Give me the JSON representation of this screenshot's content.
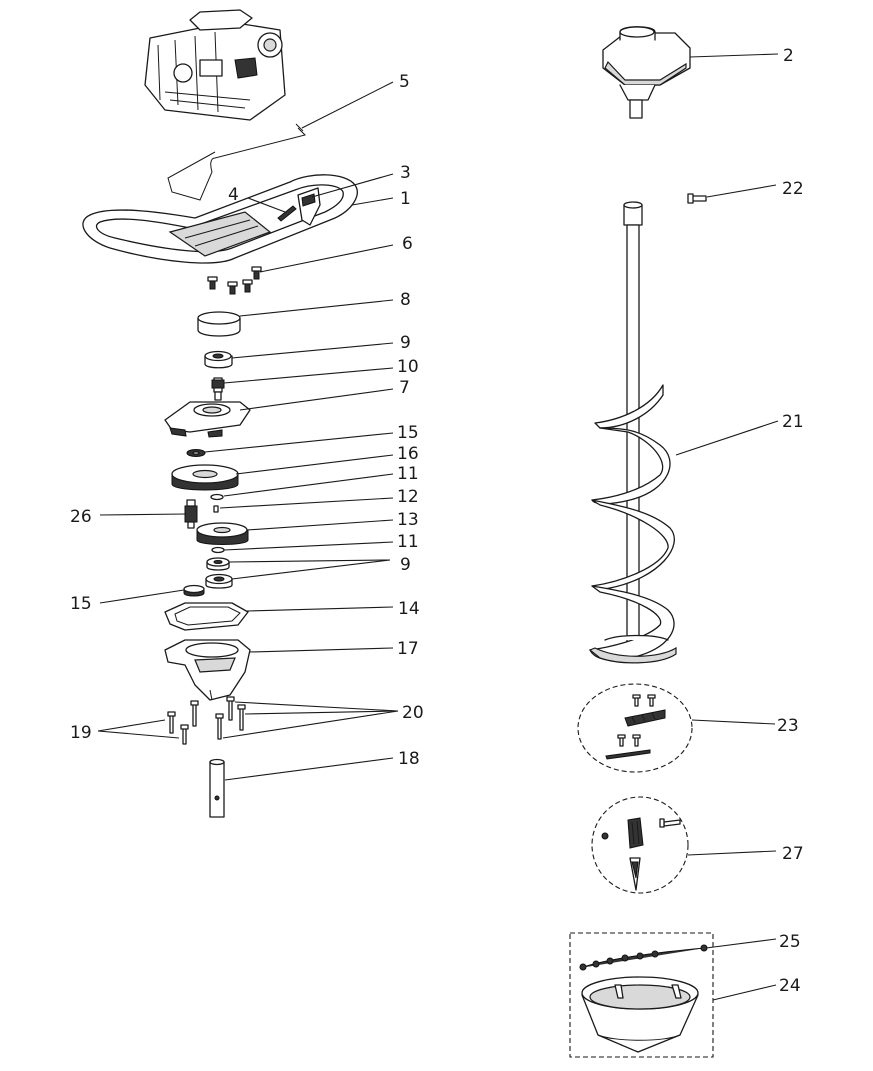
{
  "callouts": {
    "c1": "1",
    "c2": "2",
    "c3": "3",
    "c4": "4",
    "c5": "5",
    "c6": "6",
    "c7": "7",
    "c8": "8",
    "c9a": "9",
    "c9b": "9",
    "c10": "10",
    "c11a": "11",
    "c11b": "11",
    "c12": "12",
    "c13": "13",
    "c14": "14",
    "c15a": "15",
    "c15b": "15",
    "c16": "16",
    "c17": "17",
    "c18": "18",
    "c19": "19",
    "c20": "20",
    "c21": "21",
    "c22": "22",
    "c23": "23",
    "c24": "24",
    "c25": "25",
    "c26": "26",
    "c27": "27"
  }
}
